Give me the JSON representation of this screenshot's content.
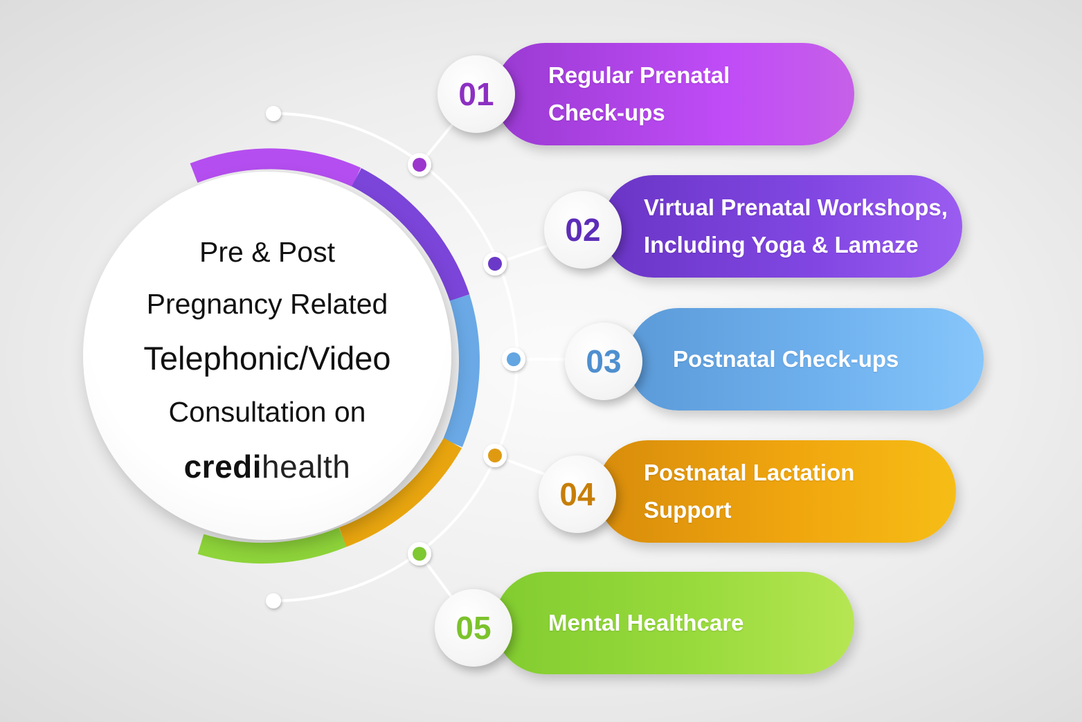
{
  "center": {
    "line1": "Pre & Post",
    "line2": "Pregnancy Related",
    "line3": "Telephonic/Video",
    "line4": "Consultation on",
    "brand_part1": "credi",
    "brand_part2": "health"
  },
  "items": [
    {
      "number": "01",
      "line1": "Regular Prenatal",
      "line2": "Check-ups",
      "color": "#b54ef0"
    },
    {
      "number": "02",
      "line1": "Virtual Prenatal Workshops,",
      "line2": "Including Yoga & Lamaze",
      "color": "#7b45d9"
    },
    {
      "number": "03",
      "line1": "Postnatal Check-ups",
      "line2": "",
      "color": "#6aa9e6"
    },
    {
      "number": "04",
      "line1": "Postnatal Lactation",
      "line2": "Support",
      "color": "#e09a12"
    },
    {
      "number": "05",
      "line1": "Mental Healthcare",
      "line2": "",
      "color": "#8ed43a"
    }
  ]
}
